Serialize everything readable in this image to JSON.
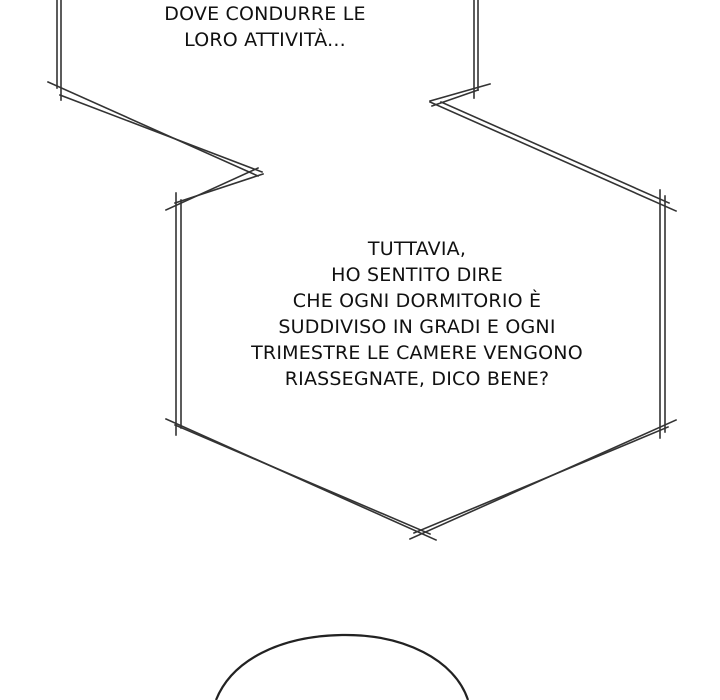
{
  "comic_panel": {
    "top_balloon": {
      "lines": [
        "DOVE CONDURRE LE",
        "LORO ATTIVITÀ..."
      ]
    },
    "middle_balloon": {
      "lines": [
        "TUTTAVIA,",
        "HO SENTITO DIRE",
        "CHE OGNI DORMITORIO È",
        "SUDDIVISO IN GRADI E OGNI",
        "TRIMESTRE LE CAMERE VENGONO",
        "RIASSEGNATE, DICO BENE?"
      ]
    },
    "colors": {
      "background": "#ffffff",
      "line": "#333333",
      "text": "#111111"
    }
  }
}
